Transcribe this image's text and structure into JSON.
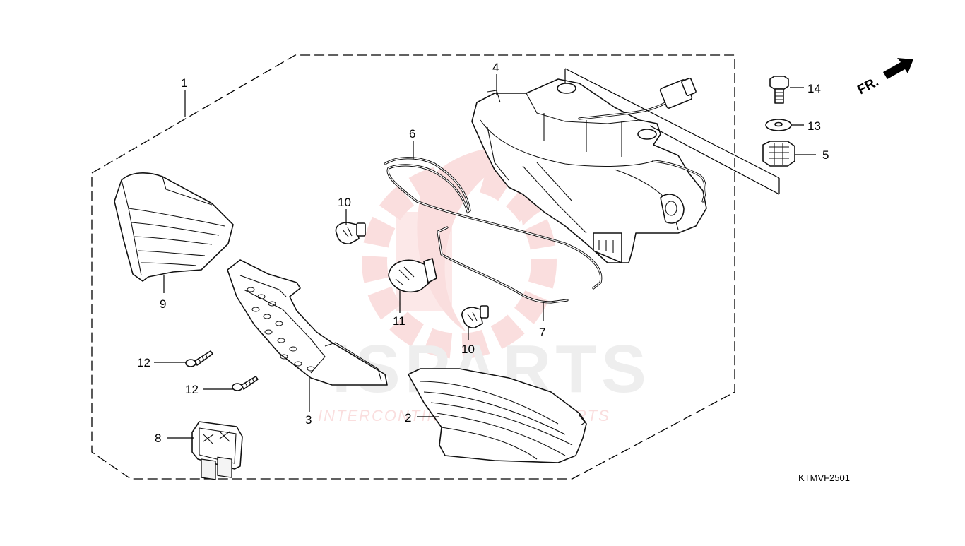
{
  "diagram": {
    "code": "KTMVF2501",
    "direction_label": "FR.",
    "watermark": {
      "brand": "ISPARTS",
      "tagline": "INTERCONTINENTAL STAR PARTS",
      "accent_color": "#e23b3b"
    },
    "callouts": [
      {
        "id": "c1",
        "label": "1"
      },
      {
        "id": "c2",
        "label": "2"
      },
      {
        "id": "c3",
        "label": "3"
      },
      {
        "id": "c4",
        "label": "4"
      },
      {
        "id": "c5",
        "label": "5"
      },
      {
        "id": "c6",
        "label": "6"
      },
      {
        "id": "c7",
        "label": "7"
      },
      {
        "id": "c8",
        "label": "8"
      },
      {
        "id": "c9",
        "label": "9"
      },
      {
        "id": "c10a",
        "label": "10"
      },
      {
        "id": "c10b",
        "label": "10"
      },
      {
        "id": "c11",
        "label": "11"
      },
      {
        "id": "c12a",
        "label": "12"
      },
      {
        "id": "c12b",
        "label": "12"
      },
      {
        "id": "c13",
        "label": "13"
      },
      {
        "id": "c14",
        "label": "14"
      }
    ]
  }
}
